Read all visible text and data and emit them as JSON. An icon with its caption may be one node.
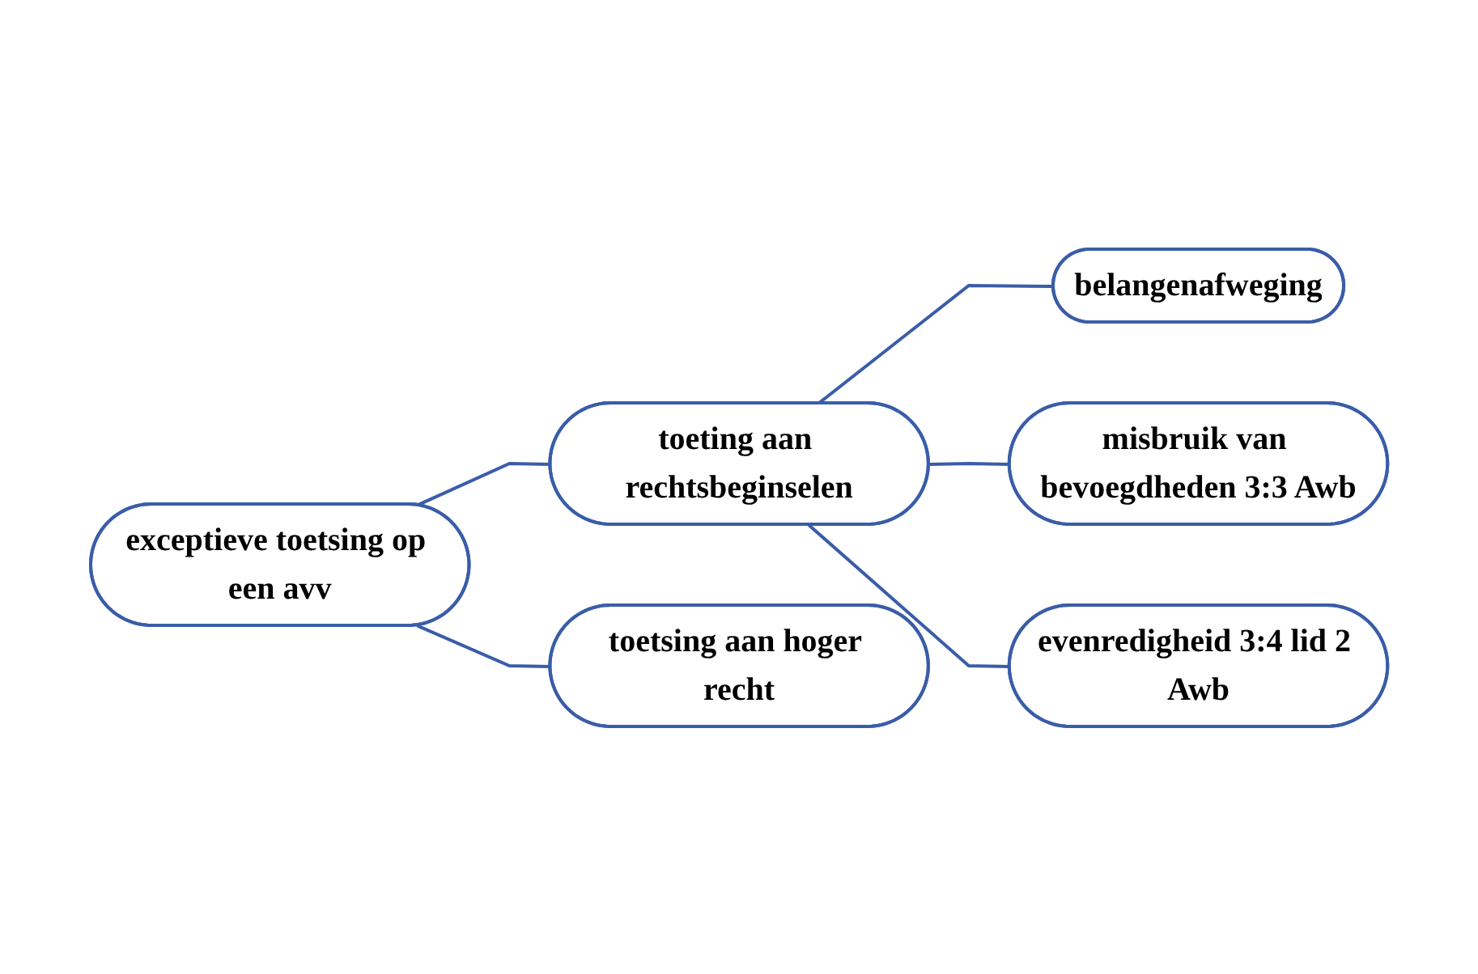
{
  "diagram": {
    "nodes": [
      {
        "text": [
          "exceptieve toetsing op een avv"
        ]
      },
      {
        "text": [
          "toeting aan rechtsbeginselen"
        ]
      },
      {
        "text": [
          "toetsing aan hoger recht"
        ]
      },
      {
        "text": [
          "belangenafweging"
        ]
      },
      {
        "text": [
          "misbruik van bevoegdheden 3:3 Awb"
        ]
      },
      {
        "text": [
          "evenredigheid 3:4 lid 2 Awb"
        ]
      }
    ],
    "edges": [
      {
        "from": 0,
        "to": 2,
        "arrow": "none"
      },
      {
        "from": 0,
        "to": 1,
        "arrow": "none"
      },
      {
        "from": 1,
        "to": 3,
        "arrow": "none"
      },
      {
        "from": 1,
        "to": 4,
        "arrow": "none"
      },
      {
        "from": 1,
        "to": 5,
        "arrow": "none"
      }
    ]
  }
}
